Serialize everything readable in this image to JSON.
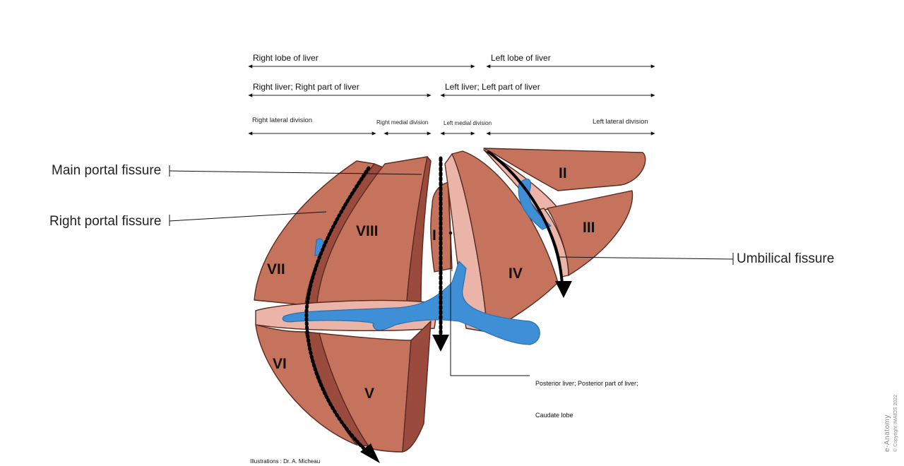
{
  "header_labels": {
    "right_lobe": "Right lobe of liver",
    "left_lobe": "Left lobe of liver",
    "right_liver": "Right liver; Right part of liver",
    "left_liver": "Left liver; Left part of liver",
    "right_lateral_division": "Right lateral division",
    "right_medial_division": "Right medial division",
    "left_medial_division": "Left medial division",
    "left_lateral_division": "Left lateral division"
  },
  "fissures": {
    "main_portal": "Main portal fissure",
    "right_portal": "Right portal fissure",
    "umbilical": "Umbilical fissure"
  },
  "segments": {
    "s1": "I",
    "s2": "II",
    "s3": "III",
    "s4": "IV",
    "s5": "V",
    "s6": "VI",
    "s7": "VII",
    "s8": "VIII"
  },
  "posterior": {
    "line1": "Posterior liver; Posterior part of liver;",
    "line2": "Caudate lobe"
  },
  "credit": "Illustrations : Dr. A. Micheau",
  "brand": {
    "name": "e-Anatomy",
    "copyright": "© Copyright IMAIOS 2022"
  },
  "colors": {
    "parenchyma": "#c5735c",
    "parenchyma_dark": "#9a4b3e",
    "cut_surface": "#eab5a8",
    "outline": "#5a2a20",
    "vessel": "#3f8fd6",
    "vessel_dark": "#2a6fb0"
  }
}
